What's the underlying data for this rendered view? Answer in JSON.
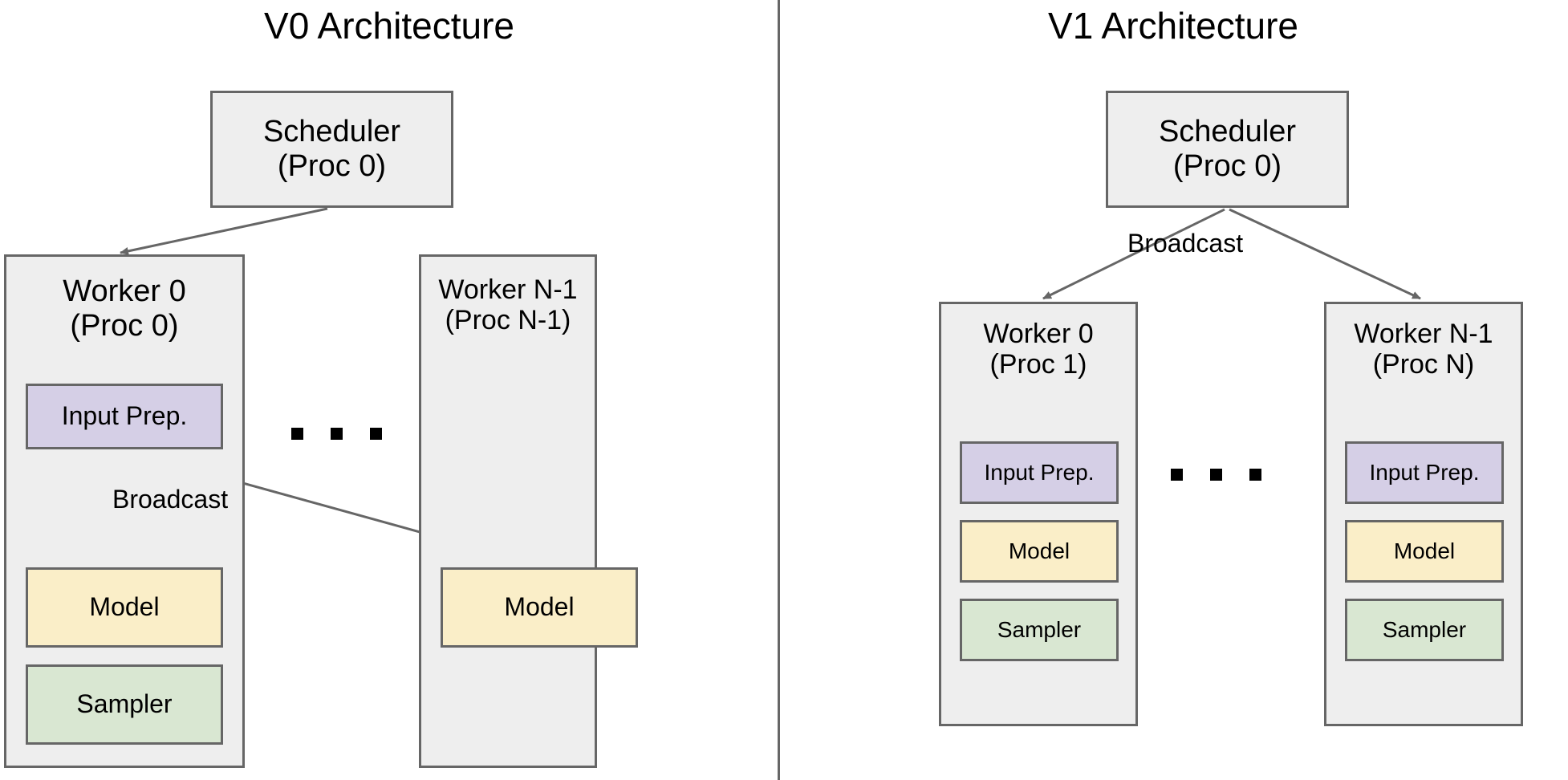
{
  "diagram": {
    "kind": "architecture-comparison",
    "colors": {
      "box_fill_gray": "#eeeeee",
      "box_fill_purple": "#d5cfe6",
      "box_fill_yellow": "#faeec8",
      "box_fill_green": "#d9e7d2",
      "border": "#666666",
      "arrow": "#666666",
      "text": "#000000",
      "background": "#ffffff"
    }
  },
  "panels": {
    "v0": {
      "title": "V0 Architecture",
      "scheduler": {
        "line1": "Scheduler",
        "line2": "(Proc 0)"
      },
      "workers": [
        {
          "line1": "Worker 0",
          "line2": "(Proc 0)",
          "components": [
            {
              "label": "Input Prep.",
              "color": "purple"
            },
            {
              "label": "Model",
              "color": "yellow"
            },
            {
              "label": "Sampler",
              "color": "green"
            }
          ]
        },
        {
          "line1": "Worker N-1",
          "line2": "(Proc N-1)",
          "components": [
            {
              "label": "Model",
              "color": "yellow"
            }
          ]
        }
      ],
      "edges": [
        {
          "label": "",
          "from": "scheduler",
          "to": "worker-0"
        },
        {
          "label": "Broadcast",
          "from": "input-prep",
          "to": "model"
        },
        {
          "label": "",
          "from": "input-prep",
          "to": "model-n"
        }
      ],
      "ellipsis": "..."
    },
    "v1": {
      "title": "V1 Architecture",
      "scheduler": {
        "line1": "Scheduler",
        "line2": "(Proc 0)"
      },
      "workers": [
        {
          "line1": "Worker 0",
          "line2": "(Proc 1)",
          "components": [
            {
              "label": "Input Prep.",
              "color": "purple"
            },
            {
              "label": "Model",
              "color": "yellow"
            },
            {
              "label": "Sampler",
              "color": "green"
            }
          ]
        },
        {
          "line1": "Worker N-1",
          "line2": "(Proc N)",
          "components": [
            {
              "label": "Input Prep.",
              "color": "purple"
            },
            {
              "label": "Model",
              "color": "yellow"
            },
            {
              "label": "Sampler",
              "color": "green"
            }
          ]
        }
      ],
      "edges": [
        {
          "label": "Broadcast",
          "from": "scheduler",
          "to": "worker-0"
        },
        {
          "label": "",
          "from": "scheduler",
          "to": "worker-n"
        }
      ],
      "ellipsis": "..."
    }
  }
}
